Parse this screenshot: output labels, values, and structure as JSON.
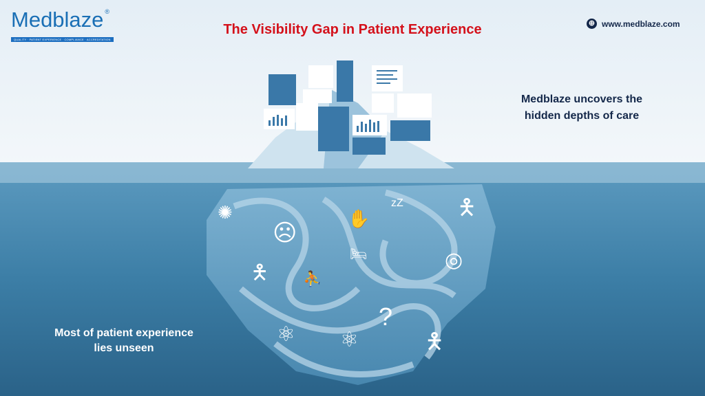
{
  "logo": {
    "name": "Medblaze",
    "registered": "®",
    "tagline": "QUALITY · PATIENT EXPERIENCE · COMPLIANCE · ACCREDITATION"
  },
  "title": "The Visibility Gap in Patient Experience",
  "website": "www.medblaze.com",
  "right_text": {
    "line1": "Medblaze uncovers the",
    "line2": "hidden depths of care"
  },
  "left_text": {
    "line1": "Most of patient experience",
    "line2": "lies unseen"
  },
  "colors": {
    "title": "#d4111b",
    "navy": "#14284a",
    "brand": "#1a6fb5"
  }
}
